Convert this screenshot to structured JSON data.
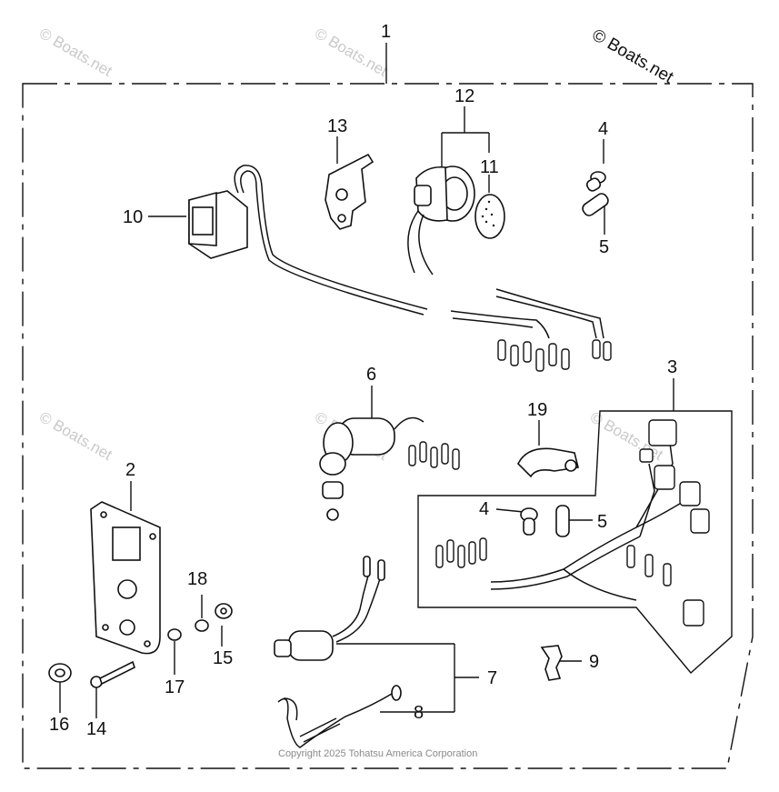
{
  "watermark": {
    "main": "© Boats.net",
    "faint": "© Boats.net"
  },
  "copyright": "Copyright 2025 Tohatsu America Corporation",
  "callouts": [
    "1",
    "2",
    "3",
    "4",
    "5",
    "6",
    "7",
    "8",
    "9",
    "10",
    "11",
    "12",
    "13",
    "14",
    "15",
    "16",
    "17",
    "18",
    "19"
  ],
  "callouts_repeat": {
    "4b": "4",
    "5b": "5"
  },
  "colors": {
    "line": "#111111",
    "watermark": "#c9c9c9",
    "copyright": "#8a8a8a"
  }
}
